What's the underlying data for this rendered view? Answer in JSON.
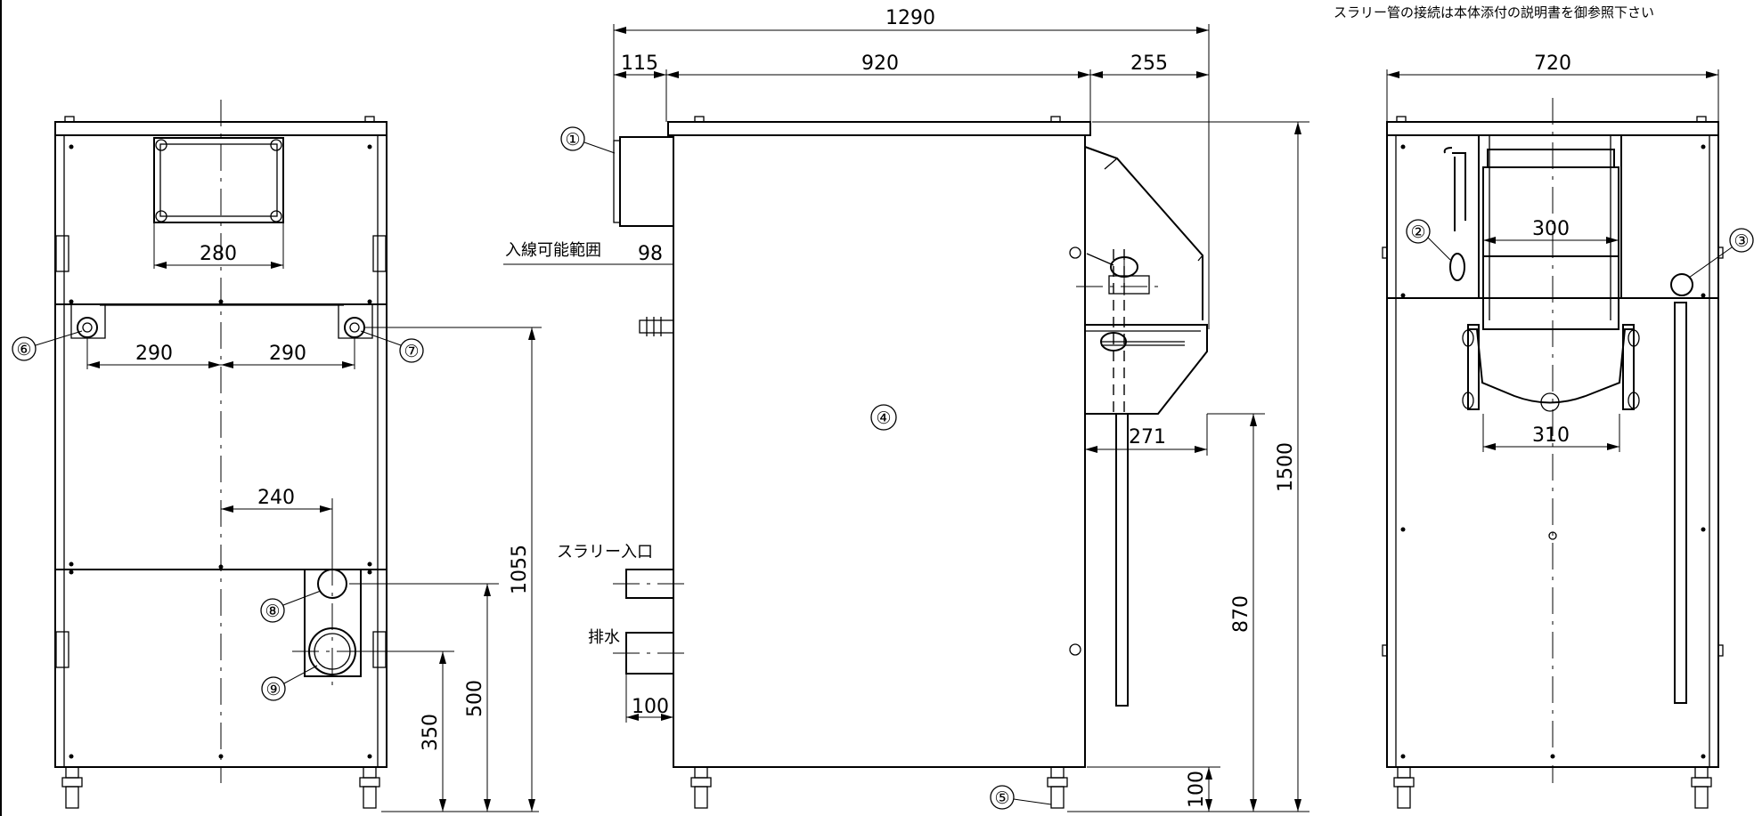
{
  "note": "スラリー管の接続は本体添付の説明書を御参照下さい",
  "side_labels": {
    "entry_range": "入線可能範囲",
    "slurry_inlet": "スラリー入口",
    "drain": "排水"
  },
  "dimensions": {
    "front_280": "280",
    "front_290_left": "290",
    "front_290_right": "290",
    "front_240": "240",
    "front_1055": "1055",
    "front_500": "500",
    "front_350": "350",
    "side_1290": "1290",
    "side_115": "115",
    "side_920": "920",
    "side_255": "255",
    "side_98": "98",
    "side_271": "271",
    "side_1500": "1500",
    "side_870": "870",
    "side_100_height": "100",
    "side_100_pipe": "100",
    "right_720": "720",
    "right_300": "300",
    "right_310": "310"
  },
  "callouts": [
    "①",
    "②",
    "③",
    "④",
    "⑤",
    "⑥",
    "⑦",
    "⑧",
    "⑨"
  ]
}
